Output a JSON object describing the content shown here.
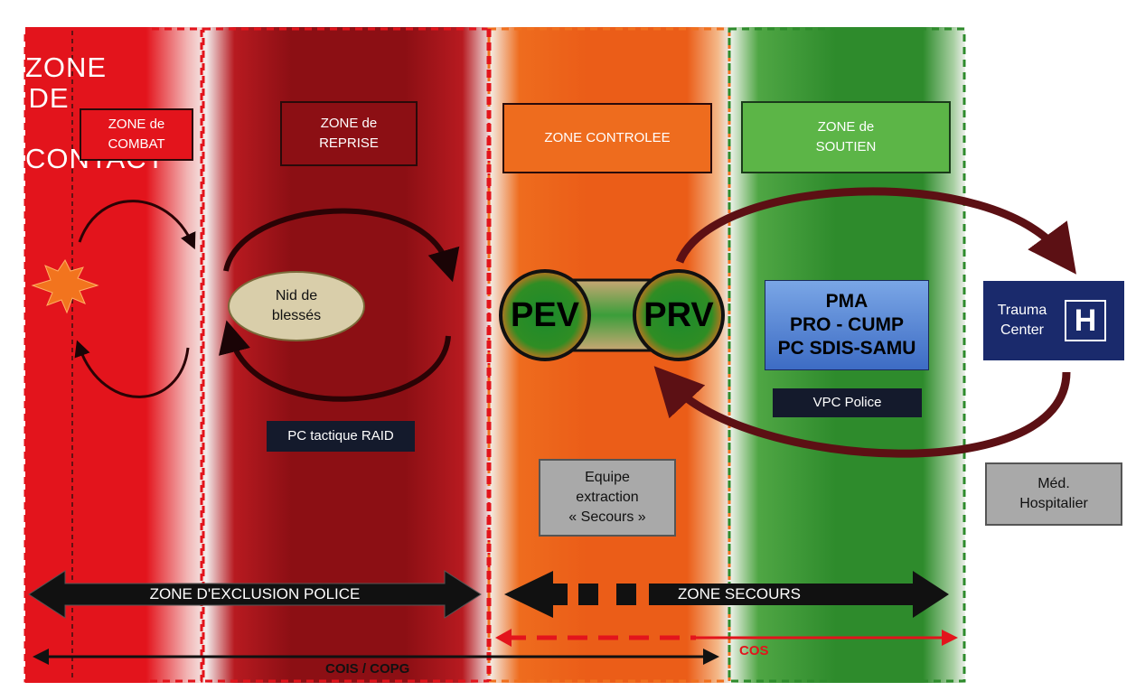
{
  "contact_zone": {
    "label": "ZONE\nDE\n\nCONTACT"
  },
  "zones": {
    "combat": "ZONE de\nCOMBAT",
    "reprise": "ZONE de\nREPRISE",
    "controlee": "ZONE CONTROLEE",
    "soutien": "ZONE de\nSOUTIEN"
  },
  "nodes": {
    "nid": "Nid de\nblessés",
    "pev": "PEV",
    "prv": "PRV",
    "pma": "PMA\nPRO - CUMP\nPC SDIS-SAMU",
    "vpc": "VPC Police",
    "pc_raid": "PC tactique RAID",
    "equipe": "Equipe\nextraction\n« Secours »",
    "trauma_center": "Trauma\nCenter",
    "trauma_icon": "H",
    "med_hospitalier": "Méd.\nHospitalier"
  },
  "bottom_arrows": {
    "exclusion": "ZONE D'EXCLUSION POLICE",
    "secours": "ZONE SECOURS",
    "cos": "COS",
    "cois": "COIS / COPG"
  },
  "colors": {
    "red": "#e3141c",
    "dark_red": "#8c0f14",
    "orange": "#eb5d18",
    "green": "#2e8b2c",
    "navy": "#1a2a6c",
    "arrow_maroon": "#5c1014"
  },
  "icons": [
    "explosion-icon",
    "hospital-h-icon"
  ]
}
